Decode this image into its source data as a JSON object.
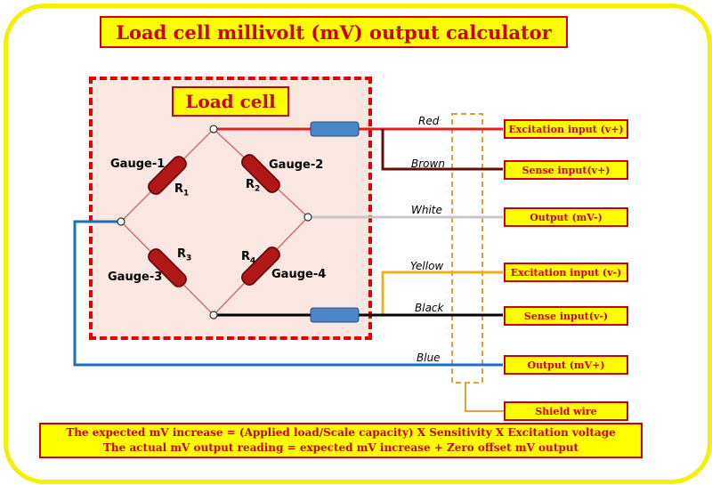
{
  "title": "Load cell millivolt (mV) output calculator",
  "load_cell_label": "Load cell",
  "gauges": [
    {
      "name": "Gauge-1",
      "resistor": "R",
      "sub": "1"
    },
    {
      "name": "Gauge-2",
      "resistor": "R",
      "sub": "2"
    },
    {
      "name": "Gauge-3",
      "resistor": "R",
      "sub": "3"
    },
    {
      "name": "Gauge-4",
      "resistor": "R",
      "sub": "4"
    }
  ],
  "wires": [
    {
      "label": "Red",
      "color": "#e02020"
    },
    {
      "label": "Brown",
      "color": "#6b0a0a"
    },
    {
      "label": "White",
      "color": "#c8c8c8"
    },
    {
      "label": "Yellow",
      "color": "#f0b020"
    },
    {
      "label": "Black",
      "color": "#000000"
    },
    {
      "label": "Blue",
      "color": "#1a6fbf"
    }
  ],
  "terminals": [
    "Excitation input (v+)",
    "Sense input(v+)",
    "Output (mV-)",
    "Excitation input (v-)",
    "Sense input(v-)",
    "Output (mV+)",
    "Shield wire"
  ],
  "formula": {
    "line1": "The expected mV increase = (Applied load/Scale capacity) X Sensitivity X Excitation voltage",
    "line2": "The actual mV output reading = expected mV increase + Zero offset mV output"
  }
}
